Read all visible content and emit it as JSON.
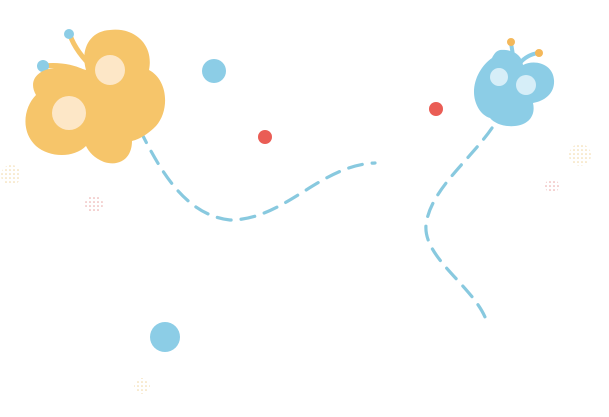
{
  "colors": {
    "background": "#ffffff",
    "butterfly_orange": "#f6c56a",
    "butterfly_orange_spot": "#fde7c7",
    "butterfly_blue": "#8ccde6",
    "butterfly_blue_spot": "#d6eef8",
    "antenna_tip_orange": "#f4b85a",
    "dot_blue": "#8ccde6",
    "dot_red": "#ea5d55",
    "dash_path": "#88c9df",
    "glitter_red": "#e7a1a0",
    "glitter_yellow": "#f1d59f"
  },
  "illustration": {
    "subjects": [
      "butterfly-orange",
      "butterfly-blue"
    ],
    "decorations": [
      "dot-blue-large",
      "dot-blue-medium",
      "dot-red-small",
      "dot-red-small",
      "glitter-red",
      "glitter-yellow"
    ],
    "trails": [
      "dashed-flight-path-left",
      "dashed-flight-path-right"
    ]
  }
}
